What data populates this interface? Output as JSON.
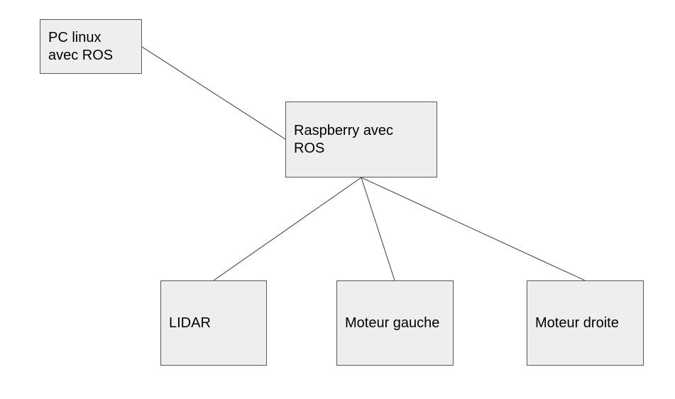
{
  "diagram": {
    "nodes": {
      "pc": {
        "label": "PC linux\navec ROS"
      },
      "raspberry": {
        "label": "Raspberry avec\nROS"
      },
      "lidar": {
        "label": "LIDAR"
      },
      "moteur_gauche": {
        "label": "Moteur gauche"
      },
      "moteur_droite": {
        "label": "Moteur droite"
      }
    },
    "edges": [
      {
        "from": "pc",
        "to": "raspberry"
      },
      {
        "from": "raspberry",
        "to": "lidar"
      },
      {
        "from": "raspberry",
        "to": "moteur_gauche"
      },
      {
        "from": "raspberry",
        "to": "moteur_droite"
      }
    ],
    "colors": {
      "node_fill": "#eeeeee",
      "node_border": "#595959",
      "edge": "#595959"
    }
  }
}
